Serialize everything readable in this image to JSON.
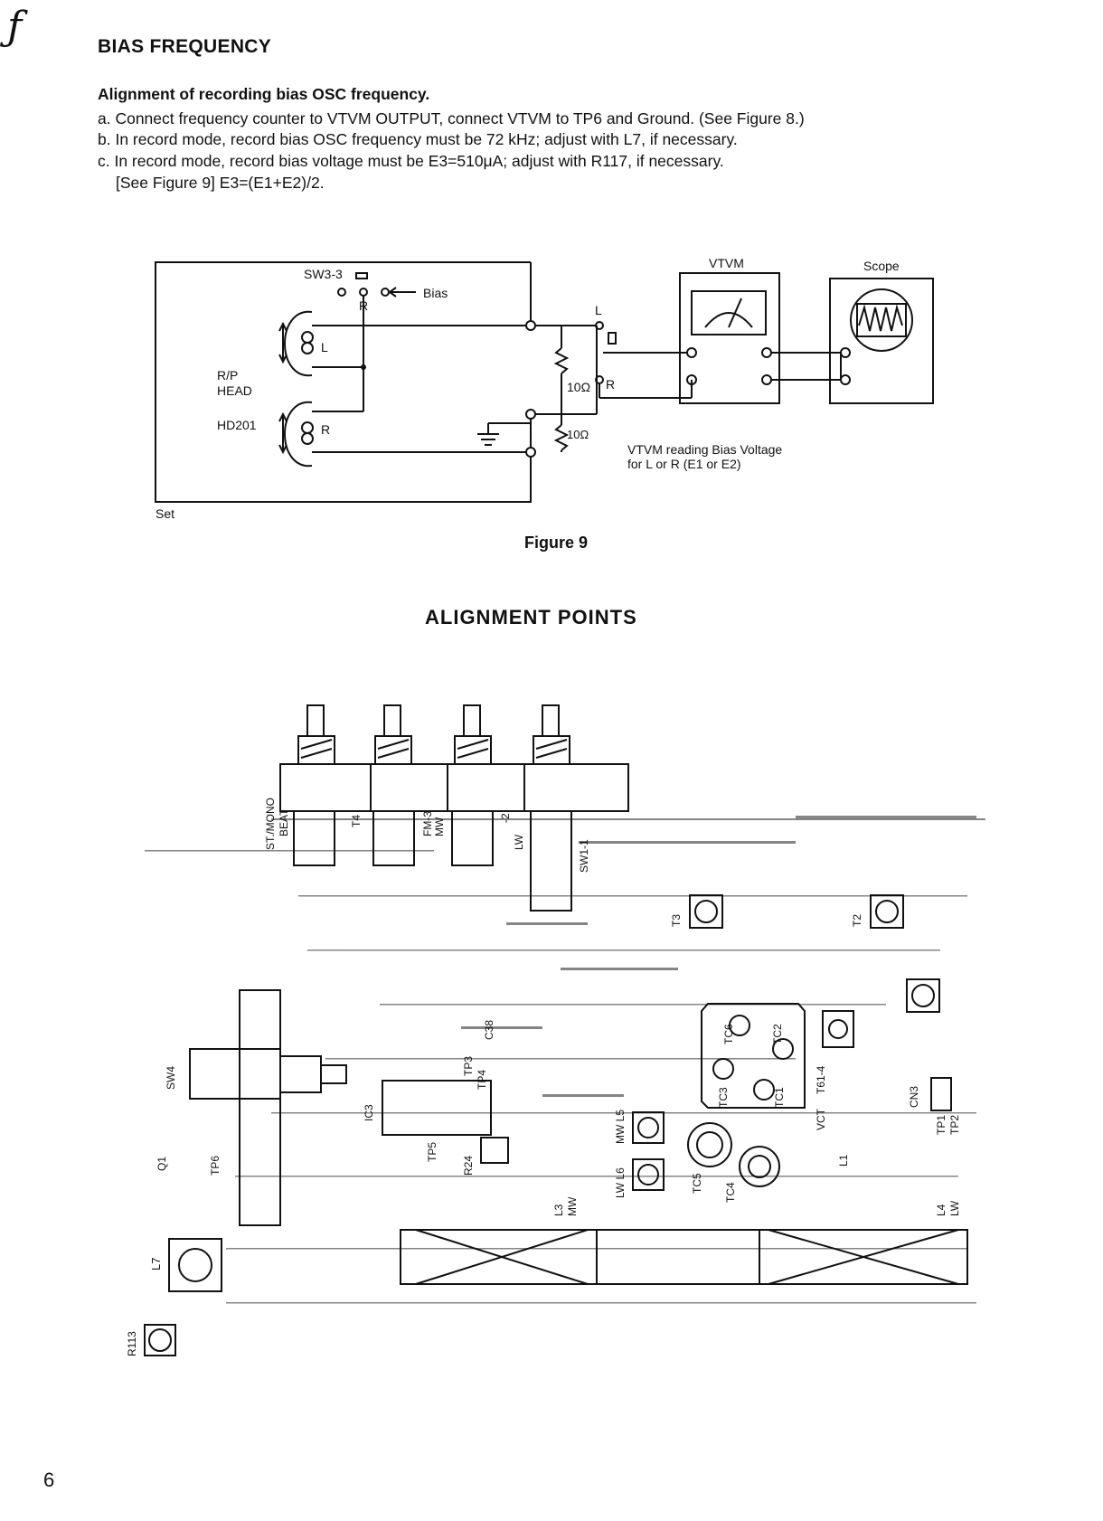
{
  "header": {
    "corner_mark": "ƒ"
  },
  "section": {
    "title": "BIAS FREQUENCY",
    "subtitle": "Alignment of recording bias OSC frequency.",
    "steps": [
      "a. Connect frequency counter to VTVM OUTPUT, connect VTVM to TP6 and Ground. (See Figure 8.)",
      "b. In record mode, record bias OSC frequency must be 72 kHz; adjust with L7, if necessary.",
      "c. In record mode, record bias voltage must be E3=510μA; adjust with R117, if necessary.",
      "[See Figure 9] E3=(E1+E2)/2."
    ]
  },
  "figure9": {
    "caption": "Figure 9",
    "labels": {
      "sw": "SW3-3",
      "bias": "Bias",
      "r_switch": "R",
      "l_ch": "L",
      "r_ch": "R",
      "head1": "R/P",
      "head2": "HEAD",
      "head_id": "HD201",
      "res_l": "10Ω",
      "res_r": "10Ω",
      "sel_l": "L",
      "sel_r": "R",
      "vtvm": "VTVM",
      "scope": "Scope",
      "note1": "VTVM reading Bias Voltage",
      "note2": "for L or R (E1 or E2)",
      "set": "Set"
    }
  },
  "alignment": {
    "title": "ALIGNMENT POINTS",
    "labels": {
      "st_mono": "ST./MONO",
      "beat": "BEAT",
      "t4": "T4",
      "fm3": "FM-3",
      "mw": "MW",
      "m2": "-2",
      "lw": "LW",
      "sw1": "SW1-1",
      "t3": "T3",
      "t2": "T2",
      "tc6": "TC6",
      "tc2": "TC2",
      "tc3": "TC3",
      "tc1": "TC1",
      "vct": "VCT",
      "t61": "T61-4",
      "cn3": "CN3",
      "tp1": "TP1",
      "tp2": "TP2",
      "sw4": "SW4",
      "q1": "Q1",
      "tp6": "TP6",
      "ic3": "IC3",
      "tp3": "TP3",
      "tp4": "TP4",
      "c38": "C38",
      "tp5": "TP5",
      "r24": "R24",
      "lw_l6": "LW L6",
      "mw_l5": "MW L5",
      "tc5": "TC5",
      "tc4": "TC4",
      "l1": "L1",
      "l4": "L4",
      "lw2": "LW",
      "l3": "L3",
      "mw2": "MW",
      "l7": "L7",
      "r113": "R113"
    }
  },
  "footer": {
    "page_number": "6"
  }
}
